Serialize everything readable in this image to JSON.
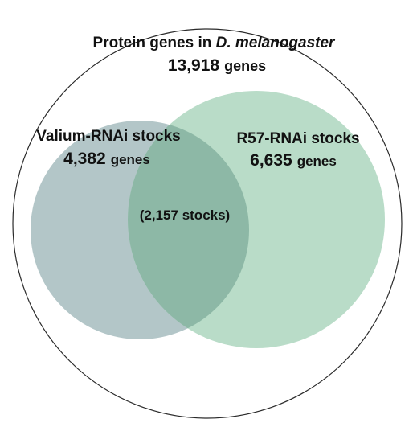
{
  "diagram": {
    "universe": {
      "title_prefix": "Protein genes in ",
      "title_species": "D. melanogaster",
      "count": "13,918",
      "unit": "genes"
    },
    "set_a": {
      "label": "Valium-RNAi stocks",
      "count": "4,382",
      "unit": "genes",
      "fill": "#b3c6c8"
    },
    "set_b": {
      "label": "R57-RNAi stocks",
      "count": "6,635",
      "unit": "genes",
      "fill": "#b9dcc8"
    },
    "overlap": {
      "label": "(2,157 stocks)",
      "fill": "#8db8a6"
    }
  }
}
